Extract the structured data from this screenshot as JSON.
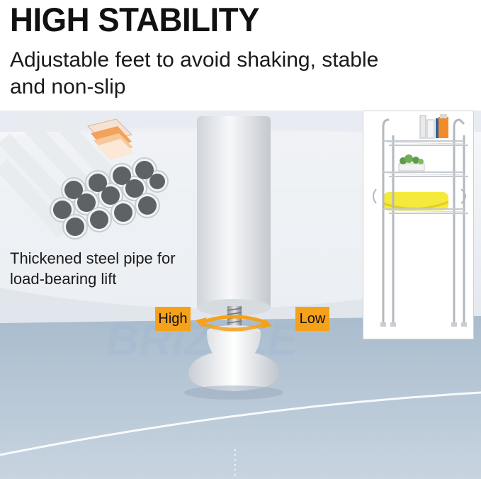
{
  "headline": "HIGH STABILITY",
  "subtext": "Adjustable feet to avoid shaking, stable and non-slip",
  "pipe_caption": "Thickened steel pipe for load-bearing lift",
  "tags": {
    "high": "High",
    "low": "Low"
  },
  "colors": {
    "tag": "#f6a11a",
    "floor": "#b9c8d6",
    "wall": "#eef1f5",
    "arrow": "#f6a11a"
  }
}
